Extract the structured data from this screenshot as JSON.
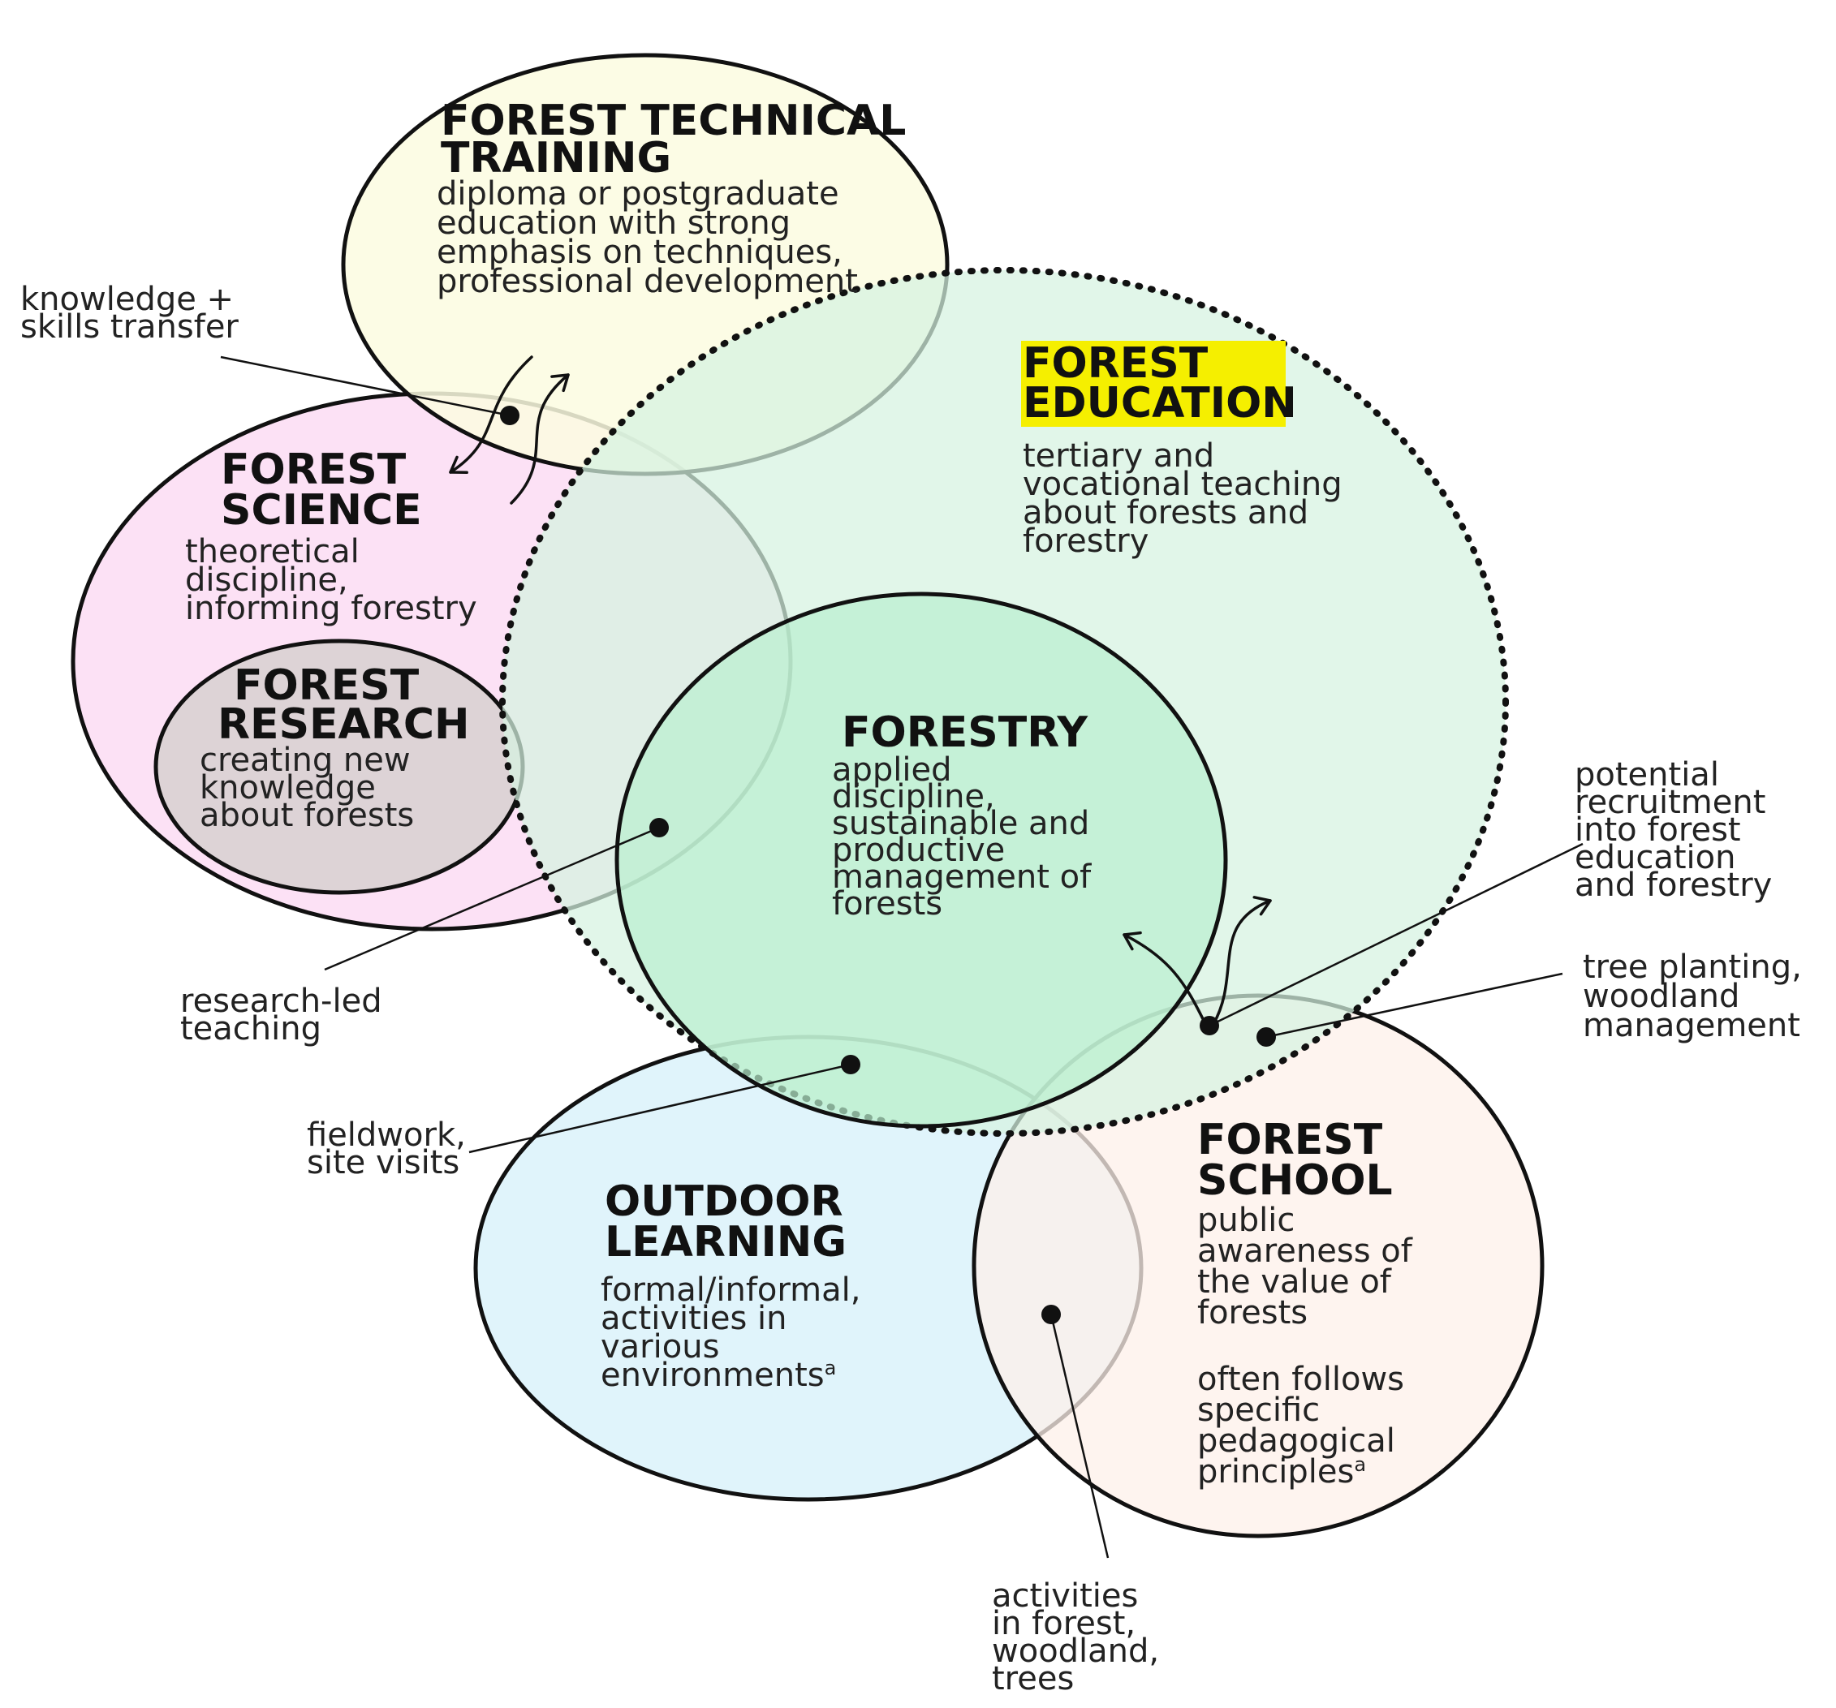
{
  "colors": {
    "technical_fill": "#fbfbe0",
    "science_fill": "#fbdcf3",
    "research_fill": "#ddd3d6",
    "education_fill": "#d6f3e1",
    "forestry_fill": "#b9efcf",
    "outdoor_fill": "#ddf3fb",
    "school_fill": "#fdf0e9",
    "highlight": "#f5ef00",
    "outline": "#111111"
  },
  "areas": {
    "forest_technical_training": {
      "title_lines": [
        "FOREST TECHNICAL",
        "TRAINING"
      ],
      "desc_lines": [
        "diploma or postgraduate",
        "education with strong",
        "emphasis on techniques,",
        "professional development"
      ]
    },
    "forest_education": {
      "title_lines": [
        "FOREST",
        "EDUCATION"
      ],
      "desc_lines": [
        "tertiary and",
        "vocational teaching",
        "about forests and",
        "forestry"
      ]
    },
    "forest_science": {
      "title_lines": [
        "FOREST",
        "SCIENCE"
      ],
      "desc_lines": [
        "theoretical",
        "discipline,",
        "informing forestry"
      ]
    },
    "forest_research": {
      "title_lines": [
        "FOREST",
        "RESEARCH"
      ],
      "desc_lines": [
        "creating new",
        "knowledge",
        "about forests"
      ]
    },
    "forestry": {
      "title_lines": [
        "FORESTRY"
      ],
      "desc_lines": [
        "applied",
        "discipline,",
        "sustainable and",
        "productive",
        "management of",
        "forests"
      ]
    },
    "outdoor_learning": {
      "title_lines": [
        "OUTDOOR",
        "LEARNING"
      ],
      "desc_lines": [
        "formal/informal,",
        "activities in",
        "various",
        "environments"
      ],
      "footnote_mark": "a"
    },
    "forest_school": {
      "title_lines": [
        "FOREST",
        "SCHOOL"
      ],
      "desc_lines": [
        "public",
        "awareness of",
        "the value of",
        "forests"
      ],
      "desc2_lines": [
        "often follows",
        "specific",
        "pedagogical",
        "principles"
      ],
      "footnote_mark": "a"
    }
  },
  "callouts": {
    "knowledge_skills": [
      "knowledge +",
      "skills transfer"
    ],
    "research_led": [
      "research-led",
      "teaching"
    ],
    "fieldwork": [
      "fieldwork,",
      "site visits"
    ],
    "recruitment": [
      "potential",
      "recruitment",
      "into forest",
      "education",
      "and forestry"
    ],
    "tree_planting": [
      "tree planting,",
      "woodland",
      "management"
    ],
    "activities": [
      "activities",
      "in forest,",
      "woodland,",
      "trees"
    ]
  }
}
